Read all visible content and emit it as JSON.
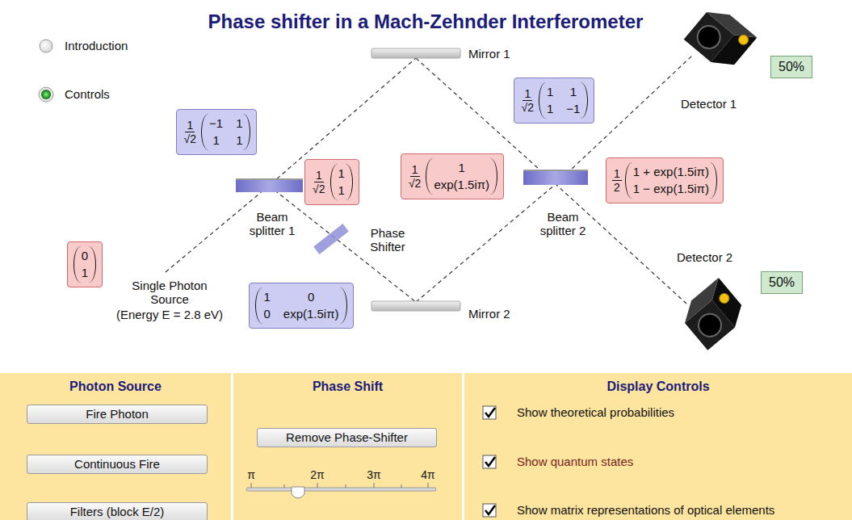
{
  "diagram": {
    "title": "Phase shifter in a Mach-Zehnder Interferometer",
    "nodes": [
      {
        "text": [
          "1",
          "√2",
          "−1",
          "1",
          "1",
          "1"
        ]
      },
      {
        "text": [
          "0",
          "1"
        ]
      },
      {
        "text": [
          "1",
          "√2",
          "1",
          "1"
        ]
      },
      {
        "text": [
          "1",
          "0",
          "0",
          "exp(1.5iπ)"
        ]
      },
      {
        "text": [
          "1",
          "√2",
          "1",
          "exp(1.5iπ)"
        ]
      },
      {
        "text": [
          "1",
          "√2",
          "1",
          "1",
          "1",
          "−1"
        ]
      },
      {
        "text": [
          "1",
          "2",
          "1 + exp(1.5iπ)",
          "1 − exp(1.5iπ)"
        ]
      },
      {
        "text": [
          "50%"
        ]
      },
      {
        "text": [
          "50%"
        ]
      },
      {
        "text": [
          "Photon Source"
        ]
      },
      {
        "text": [
          "Fire Photon"
        ],
        "in": 9
      },
      {
        "text": [
          "Continuous Fire"
        ],
        "in": 9
      },
      {
        "text": [
          "Filters (block E/2)"
        ],
        "in": 9
      },
      {
        "text": [
          "Phase Shift"
        ]
      },
      {
        "text": [
          "Remove Phase-Shifter"
        ],
        "in": 13
      },
      {
        "text": [
          "Display Controls",
          "Show theoretical probabilities",
          "Show quantum states",
          "Show matrix representations of optical elements"
        ]
      }
    ],
    "labels": [
      "Introduction",
      "Controls",
      "Mirror 1",
      "Beam splitter 1",
      "Phase Shifter",
      "Single Photon Source",
      "(Energy E = 2.8 eV)",
      "Mirror 2",
      "Beam splitter 2",
      "Detector 1",
      "Detector 2",
      "π",
      "2π",
      "3π",
      "4π"
    ]
  }
}
